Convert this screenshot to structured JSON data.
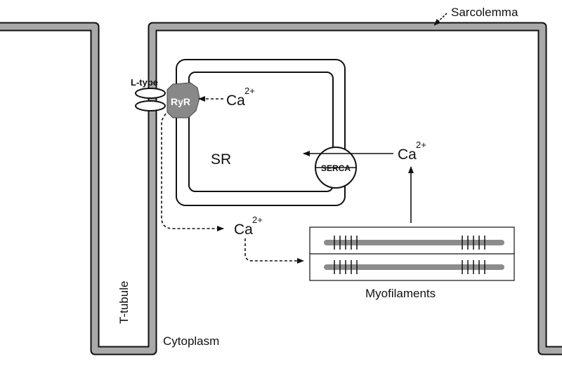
{
  "labels": {
    "sarcolemma": "Sarcolemma",
    "l_type": "L-type",
    "ryr": "RyR",
    "sr": "SR",
    "serca": "SERCA",
    "myofilaments": "Myofilaments",
    "t_tubule": "T-tubule",
    "cytoplasm": "Cytoplasm",
    "calcium_base": "Ca",
    "calcium_charge": "2+"
  },
  "colors": {
    "membrane": "#a9a9a9",
    "ryr": "#888888",
    "ink": "#111111",
    "background": "#ffffff"
  }
}
